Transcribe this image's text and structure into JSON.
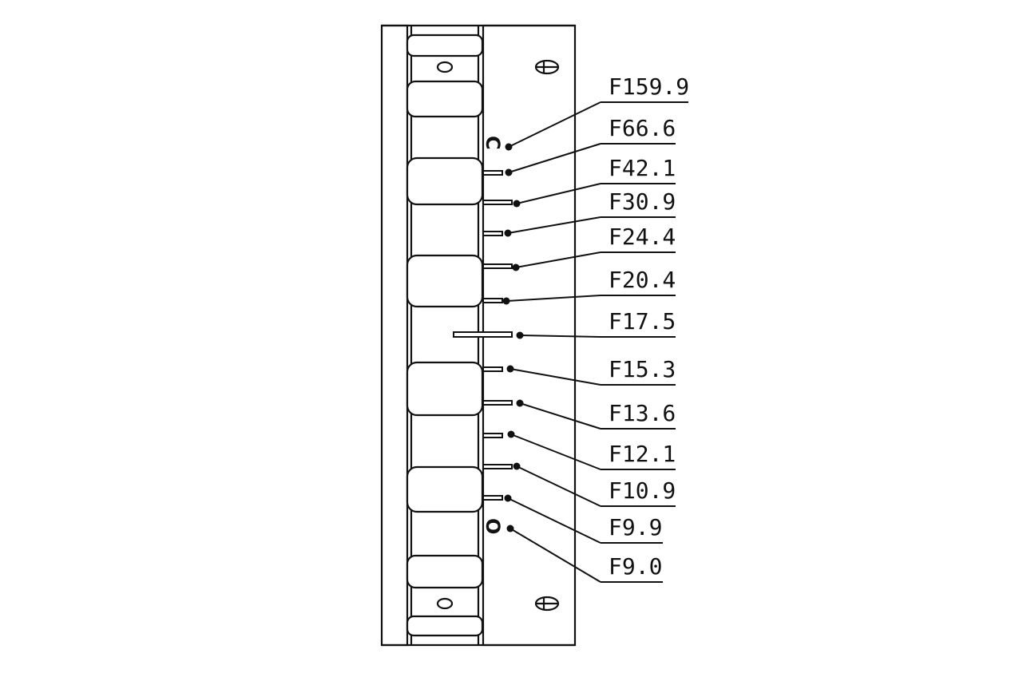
{
  "diagram": {
    "stroke_color": "#111111",
    "background_color": "#ffffff",
    "top_mark_letter": "C",
    "bottom_mark_letter": "O",
    "labels": [
      "F159.9",
      "F66.6",
      "F42.1",
      "F30.9",
      "F24.4",
      "F20.4",
      "F17.5",
      "F15.3",
      "F13.6",
      "F12.1",
      "F10.9",
      "F9.9",
      "F9.0"
    ]
  }
}
